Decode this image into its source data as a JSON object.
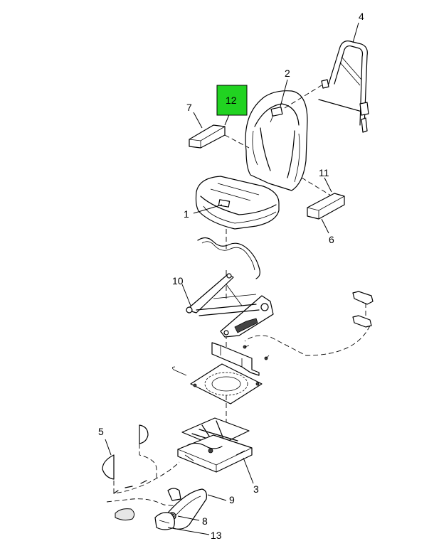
{
  "callouts": {
    "c1": "1",
    "c2": "2",
    "c3": "3",
    "c4": "4",
    "c5": "5",
    "c6": "6",
    "c7": "7",
    "c8": "8",
    "c9": "9",
    "c10": "10",
    "c11": "11",
    "c12": "12",
    "c13": "13"
  },
  "highlighted_callout": "12",
  "colors": {
    "highlight": "#21d321",
    "line": "#000000"
  }
}
